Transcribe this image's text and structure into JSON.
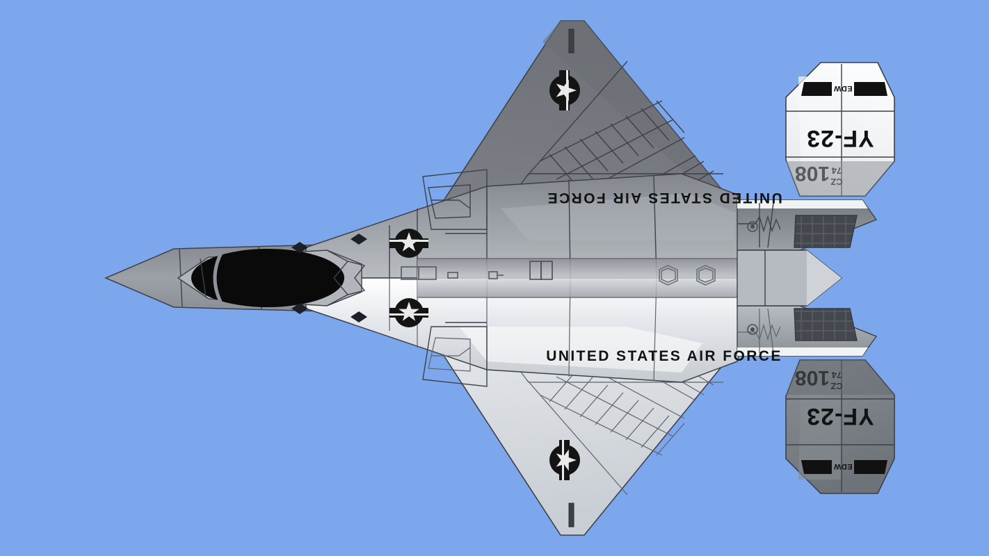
{
  "scene": {
    "title": "YF-23 Black Widow II — top plan view 3D render",
    "background_color": "#7da7ec",
    "subject": "stealth fighter aircraft, overhead (planform) view, nose pointing left"
  },
  "palette": {
    "background": "#7da7ec",
    "upper_wing_gray": "#7c8086",
    "upper_wing_gray_dark": "#70747a",
    "lower_wing_light": "#e9ecef",
    "lower_wing_mid": "#cdd1d6",
    "fuselage_mid": "#9a9ea4",
    "fuselage_light": "#d7dade",
    "fuselage_highlight": "#f2f4f6",
    "tail_light": "#eceef1",
    "tail_dark": "#7d8288",
    "canopy_black": "#0a0a0a",
    "marking_black": "#111111",
    "panel_line": "#3c4048",
    "exhaust_dark": "#4a4e54"
  },
  "markings": {
    "fuselage_stencil_lower": "UNITED STATES AIR FORCE",
    "fuselage_stencil_upper": "UNITED STATES AIR FORCE",
    "fuselage_stencil_upper_note": "rendered mirrored / upside-down",
    "tail_designation": "YF-23",
    "tail_serial": "108",
    "tail_serial_prefix_top": "74",
    "tail_serial_prefix_bottom": "CZ",
    "tail_tip_stencil": "EDW",
    "roundel_name": "usaf-star-and-bar-insignia",
    "roundel_count": 4
  },
  "parts": [
    {
      "name": "nose-radome",
      "label": "Nose radome"
    },
    {
      "name": "cockpit-canopy",
      "label": "Cockpit canopy"
    },
    {
      "name": "port-wing",
      "label": "Port wing (upper in image)"
    },
    {
      "name": "starboard-wing",
      "label": "Starboard wing (lower in image)"
    },
    {
      "name": "port-v-tail",
      "label": "Port V-tail"
    },
    {
      "name": "starboard-v-tail",
      "label": "Starboard V-tail"
    },
    {
      "name": "port-exhaust-trough",
      "label": "Port exhaust trough"
    },
    {
      "name": "starboard-exhaust-trough",
      "label": "Starboard exhaust trough"
    },
    {
      "name": "weapons-bay-panel",
      "label": "Weapons bay panel"
    },
    {
      "name": "spine-access-panel",
      "label": "Spine access panel"
    }
  ]
}
